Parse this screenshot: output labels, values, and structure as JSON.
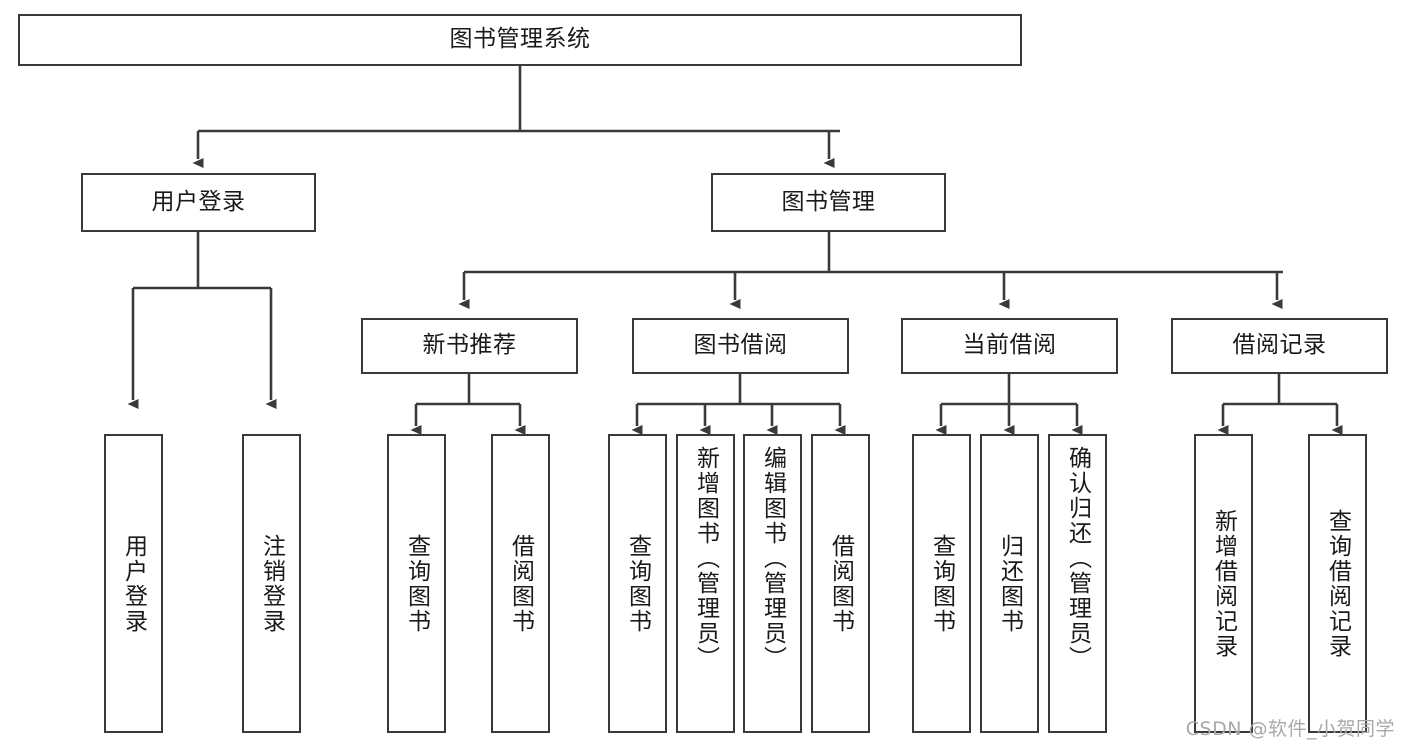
{
  "diagram": {
    "title": "图书管理系统",
    "watermark": "CSDN @软件_小贺同学",
    "style": {
      "border_color": "#3a3a3a",
      "text_color": "#1a1a1a",
      "background": "#ffffff",
      "watermark_color": "#a8a8a8"
    },
    "nodes": {
      "root": "图书管理系统",
      "level2": [
        "用户登录",
        "图书管理"
      ],
      "level3": [
        "新书推荐",
        "图书借阅",
        "当前借阅",
        "借阅记录"
      ],
      "leaves_user_login": [
        "用户登录",
        "注销登录"
      ],
      "leaves_new_book": [
        "查询图书",
        "借阅图书"
      ],
      "leaves_borrow": [
        "查询图书",
        "新增图书（管理员）",
        "编辑图书（管理员）",
        "借阅图书"
      ],
      "leaves_current": [
        "查询图书",
        "归还图书",
        "确认归还（管理员）"
      ],
      "leaves_records": [
        "新增借阅记录",
        "查询借阅记录"
      ]
    }
  }
}
